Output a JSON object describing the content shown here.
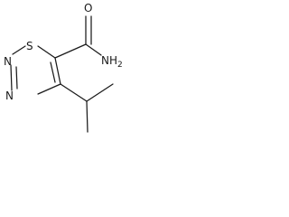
{
  "structure": {
    "atoms": {
      "sulfur": "S",
      "nitrogen_top": "N",
      "nitrogen_bottom": "N",
      "oxygen": "O",
      "amide": "NH"
    },
    "subscript": "2",
    "bond_color": "#1a1a1a",
    "background": "#ffffff"
  }
}
